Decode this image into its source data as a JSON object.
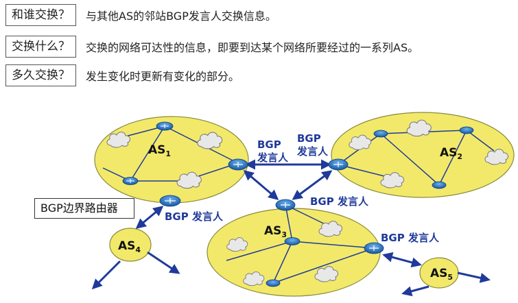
{
  "questions": [
    {
      "q": "和谁交换？",
      "a": "与其他AS的邻站BGP发言人交换信息。"
    },
    {
      "q": "交换什么？",
      "a": "交换的网络可达性的信息，即要到达某个网络所要经过的一系列AS。"
    },
    {
      "q": "多久交换？",
      "a": "发生变化时更新有变化的部分。"
    }
  ],
  "diagram": {
    "speaker_labels": {
      "as1_speaker": "BGP\n发言人",
      "as2_speaker": "BGP\n发言人",
      "as3_top_speaker": "BGP 发言人",
      "as1_border_speaker": "BGP 发言人",
      "as3_right_speaker": "BGP 发言人"
    },
    "as_names": {
      "as1": {
        "base": "AS",
        "sub": "1"
      },
      "as2": {
        "base": "AS",
        "sub": "2"
      },
      "as3": {
        "base": "AS",
        "sub": "3"
      },
      "as4": {
        "base": "AS",
        "sub": "4"
      },
      "as5": {
        "base": "AS",
        "sub": "5"
      }
    },
    "border_router_callout": "BGP边界路由器",
    "colors": {
      "as_fill": "#f2e96a",
      "as_stroke": "#8a8a3a",
      "link": "#1f3a9a",
      "router": "#2b77c8",
      "cloud": "#e8e8e8"
    }
  }
}
